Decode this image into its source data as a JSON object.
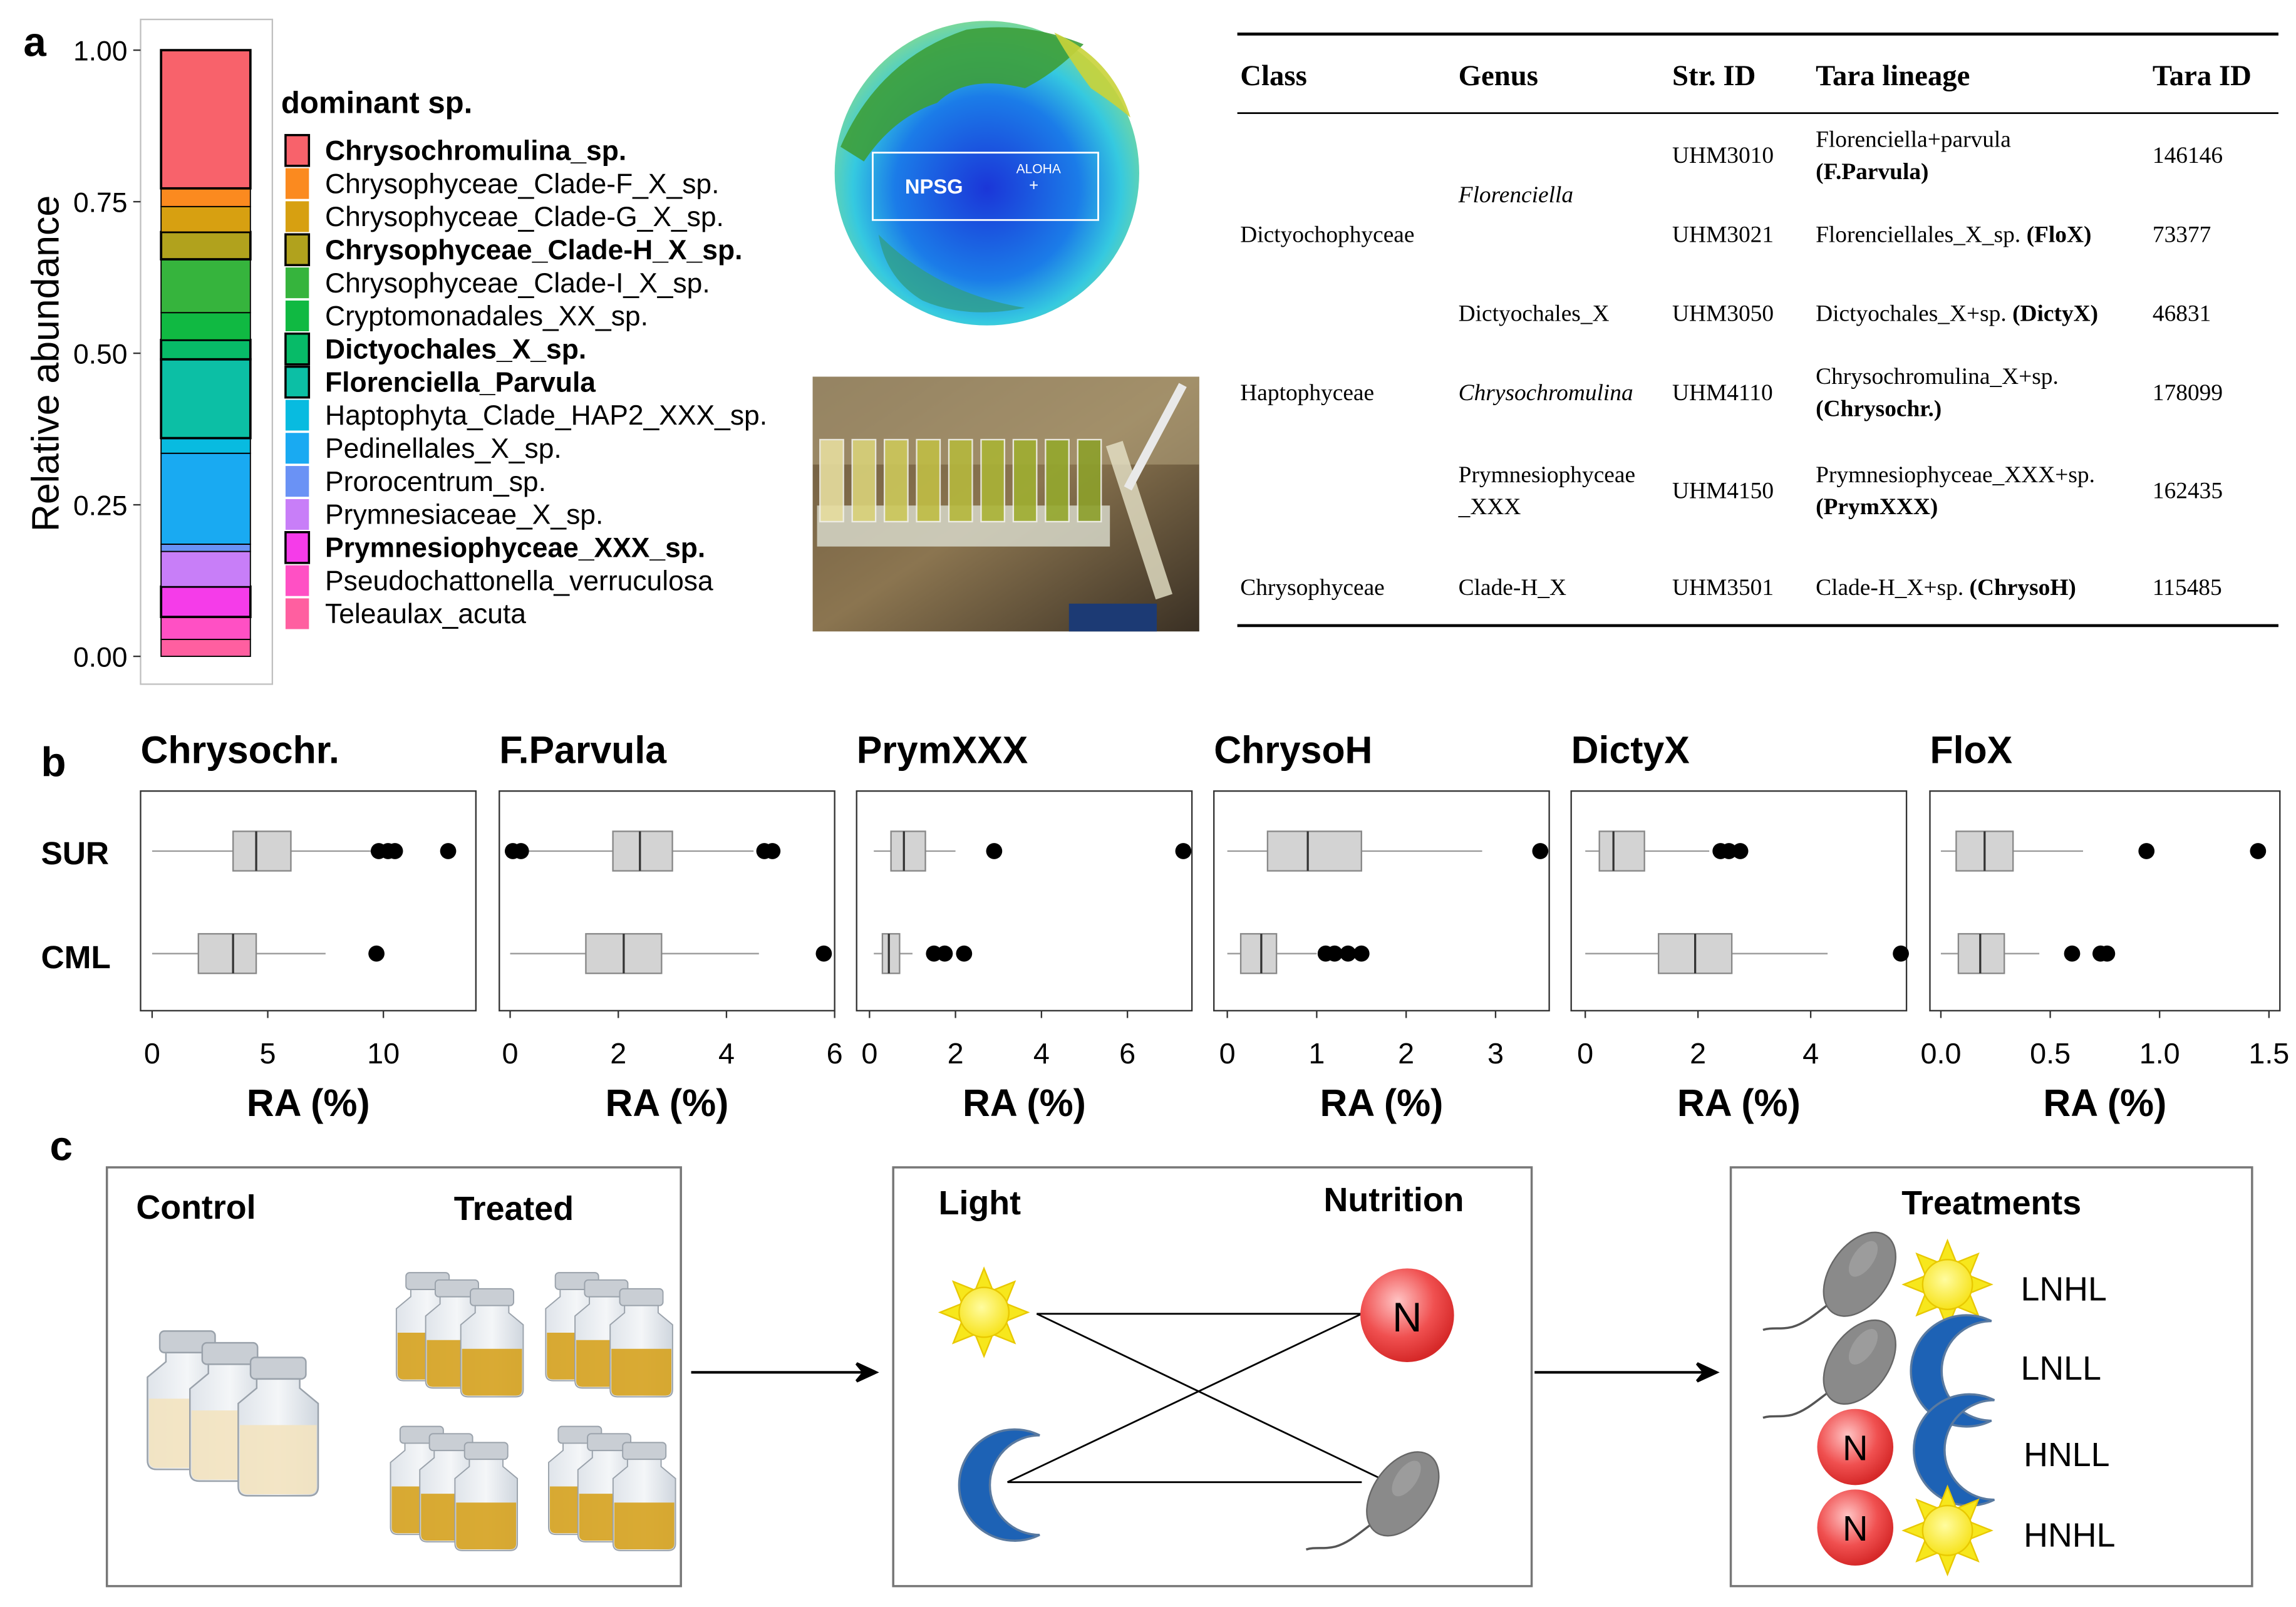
{
  "panel_labels": {
    "a": "a",
    "b": "b",
    "c": "c"
  },
  "panel_a": {
    "stacked_bar": {
      "y_axis_title": "Relative abundance",
      "y_ticks": [
        "1.00",
        "0.75",
        "0.50",
        "0.25",
        "0.00"
      ],
      "legend_title": "dominant sp."
    },
    "globe": {
      "region_label": "NPSG",
      "station_label": "ALOHA"
    },
    "table": {
      "headers": [
        "Class",
        "Genus",
        "Str. ID",
        "Tara lineage",
        "Tara ID"
      ],
      "classes": [
        "Dictyochophyceae",
        "Haptophyceae",
        "Chrysophyceae"
      ],
      "genera": [
        "Florenciella",
        "Dictyochales_X",
        "Chrysochromulina",
        "Prymnesiophyceae",
        "_XXX",
        "Clade-H_X"
      ],
      "rows": [
        {
          "strain": "UHM3010",
          "lineage": "Florenciella+parvula",
          "short": "(F.Parvula)",
          "tara_id": "146146"
        },
        {
          "strain": "UHM3021",
          "lineage": "Florenciellales_X_sp.",
          "short": "(FloX)",
          "tara_id": "73377"
        },
        {
          "strain": "UHM3050",
          "lineage": "Dictyochales_X+sp.",
          "short": "(DictyX)",
          "tara_id": "46831"
        },
        {
          "strain": "UHM4110",
          "lineage": "Chrysochromulina_X+sp.",
          "short": "(Chrysochr.)",
          "tara_id": "178099"
        },
        {
          "strain": "UHM4150",
          "lineage": "Prymnesiophyceae_XXX+sp.",
          "short": "(PrymXXX)",
          "tara_id": "162435"
        },
        {
          "strain": "UHM3501",
          "lineage": "Clade-H_X+sp.",
          "short": "(ChrysoH)",
          "tara_id": "115485"
        }
      ]
    }
  },
  "panel_b": {
    "x_axis_title": "RA (%)",
    "row_labels": [
      "SUR",
      "CML"
    ]
  },
  "panel_c": {
    "box1": {
      "control": "Control",
      "treated": "Treated"
    },
    "box2": {
      "light": "Light",
      "nutrition": "Nutrition",
      "n_symbol": "N"
    },
    "box3": {
      "title": "Treatments",
      "labels": [
        "LNHL",
        "LNLL",
        "HNLL",
        "HNHL"
      ],
      "n_symbol": "N"
    }
  },
  "colors": {
    "box_fill": "#d3d3d3",
    "sun": "#f7e71c",
    "moon": "#1d62b5",
    "nutrient": "#e63b3b",
    "bacterium": "#8a8a8a",
    "culture": "#d6a21e"
  },
  "chart_data": [
    {
      "type": "bar",
      "stacked": true,
      "title": "",
      "xlabel": "",
      "ylabel": "Relative abundance",
      "ylim": [
        0,
        1
      ],
      "legend_placement": "right",
      "categories": [
        ""
      ],
      "series": [
        {
          "name": "Chrysochromulina_sp.",
          "color": "#f8626b",
          "values": [
            0.228
          ],
          "bold": true
        },
        {
          "name": "Chrysophyceae_Clade-F_X_sp.",
          "color": "#fb8a1f",
          "values": [
            0.03
          ],
          "bold": false
        },
        {
          "name": "Chrysophyceae_Clade-G_X_sp.",
          "color": "#d7a011",
          "values": [
            0.042
          ],
          "bold": false
        },
        {
          "name": "Chrysophyceae_Clade-H_X_sp.",
          "color": "#b1a21d",
          "values": [
            0.045
          ],
          "bold": true
        },
        {
          "name": "Chrysophyceae_Clade-I_X_sp.",
          "color": "#36b43d",
          "values": [
            0.088
          ],
          "bold": false
        },
        {
          "name": "Cryptomonadales_XX_sp.",
          "color": "#10b942",
          "values": [
            0.045
          ],
          "bold": false
        },
        {
          "name": "Dictyochales_X_sp.",
          "color": "#07bb68",
          "values": [
            0.032
          ],
          "bold": true
        },
        {
          "name": "Florenciella_Parvula",
          "color": "#0cbfa5",
          "values": [
            0.13
          ],
          "bold": true
        },
        {
          "name": "Haptophyta_Clade_HAP2_XXX_sp.",
          "color": "#08bbe0",
          "values": [
            0.025
          ],
          "bold": false
        },
        {
          "name": "Pedinellales_X_sp.",
          "color": "#19aaf2",
          "values": [
            0.15
          ],
          "bold": false
        },
        {
          "name": "Prorocentrum_sp.",
          "color": "#6a92f5",
          "values": [
            0.012
          ],
          "bold": false
        },
        {
          "name": "Prymnesiaceae_X_sp.",
          "color": "#c87ef8",
          "values": [
            0.058
          ],
          "bold": false
        },
        {
          "name": "Prymnesiophyceae_XXX_sp.",
          "color": "#f53ce9",
          "values": [
            0.05
          ],
          "bold": true
        },
        {
          "name": "Pseudochattonella_verruculosa",
          "color": "#ff50c4",
          "values": [
            0.037
          ],
          "bold": false
        },
        {
          "name": "Teleaulax_acuta",
          "color": "#ff5fa0",
          "values": [
            0.028
          ],
          "bold": false
        }
      ]
    },
    {
      "type": "box",
      "title": "Chrysochr.",
      "xlabel": "RA (%)",
      "categories": [
        "SUR",
        "CML"
      ],
      "xlim": [
        -0.5,
        14
      ],
      "xticks": [
        0,
        5,
        10
      ],
      "tick_labels": [
        "0",
        "5",
        "10"
      ],
      "boxes": [
        {
          "category": "SUR",
          "whisker_low": 0.0,
          "q1": 3.5,
          "median": 4.5,
          "q3": 6.0,
          "whisker_high": 9.5,
          "outliers": [
            9.8,
            10.2,
            10.5,
            12.8
          ]
        },
        {
          "category": "CML",
          "whisker_low": 0.0,
          "q1": 2.0,
          "median": 3.5,
          "q3": 4.5,
          "whisker_high": 7.5,
          "outliers": [
            9.7
          ]
        }
      ]
    },
    {
      "type": "box",
      "title": "F.Parvula",
      "xlabel": "RA (%)",
      "categories": [
        "SUR",
        "CML"
      ],
      "xlim": [
        -0.2,
        6.0
      ],
      "xticks": [
        0,
        2,
        4,
        6
      ],
      "tick_labels": [
        "0",
        "2",
        "4",
        "6"
      ],
      "boxes": [
        {
          "category": "SUR",
          "whisker_low": 0.3,
          "q1": 1.9,
          "median": 2.4,
          "q3": 3.0,
          "whisker_high": 4.5,
          "outliers": [
            0.05,
            0.2,
            4.7,
            4.85
          ]
        },
        {
          "category": "CML",
          "whisker_low": 0.0,
          "q1": 1.4,
          "median": 2.1,
          "q3": 2.8,
          "whisker_high": 4.6,
          "outliers": [
            5.8
          ]
        }
      ]
    },
    {
      "type": "box",
      "title": "PrymXXX",
      "xlabel": "RA (%)",
      "categories": [
        "SUR",
        "CML"
      ],
      "xlim": [
        -0.3,
        7.5
      ],
      "xticks": [
        0,
        2,
        4,
        6
      ],
      "tick_labels": [
        "0",
        "2",
        "4",
        "6"
      ],
      "boxes": [
        {
          "category": "SUR",
          "whisker_low": 0.1,
          "q1": 0.5,
          "median": 0.8,
          "q3": 1.3,
          "whisker_high": 2.0,
          "outliers": [
            2.9,
            7.3
          ]
        },
        {
          "category": "CML",
          "whisker_low": 0.1,
          "q1": 0.3,
          "median": 0.45,
          "q3": 0.7,
          "whisker_high": 1.0,
          "outliers": [
            1.5,
            1.75,
            2.2
          ]
        }
      ]
    },
    {
      "type": "box",
      "title": "ChrysoH",
      "xlabel": "RA (%)",
      "categories": [
        "SUR",
        "CML"
      ],
      "xlim": [
        -0.15,
        3.6
      ],
      "xticks": [
        0,
        1,
        2,
        3
      ],
      "tick_labels": [
        "0",
        "1",
        "2",
        "3"
      ],
      "boxes": [
        {
          "category": "SUR",
          "whisker_low": 0.0,
          "q1": 0.45,
          "median": 0.9,
          "q3": 1.5,
          "whisker_high": 2.85,
          "outliers": [
            3.5
          ]
        },
        {
          "category": "CML",
          "whisker_low": 0.0,
          "q1": 0.15,
          "median": 0.38,
          "q3": 0.55,
          "whisker_high": 1.0,
          "outliers": [
            1.1,
            1.2,
            1.35,
            1.5
          ]
        }
      ]
    },
    {
      "type": "box",
      "title": "DictyX",
      "xlabel": "RA (%)",
      "categories": [
        "SUR",
        "CML"
      ],
      "xlim": [
        -0.25,
        5.7
      ],
      "xticks": [
        0,
        2,
        4
      ],
      "tick_labels": [
        "0",
        "2",
        "4"
      ],
      "boxes": [
        {
          "category": "SUR",
          "whisker_low": 0.0,
          "q1": 0.25,
          "median": 0.5,
          "q3": 1.05,
          "whisker_high": 2.2,
          "outliers": [
            2.4,
            2.55,
            2.75
          ]
        },
        {
          "category": "CML",
          "whisker_low": 0.0,
          "q1": 1.3,
          "median": 1.95,
          "q3": 2.6,
          "whisker_high": 4.3,
          "outliers": [
            5.6
          ]
        }
      ]
    },
    {
      "type": "box",
      "title": "FloX",
      "xlabel": "RA (%)",
      "categories": [
        "SUR",
        "CML"
      ],
      "xlim": [
        -0.05,
        1.55
      ],
      "xticks": [
        0.0,
        0.5,
        1.0,
        1.5
      ],
      "tick_labels": [
        "0.0",
        "0.5",
        "1.0",
        "1.5"
      ],
      "boxes": [
        {
          "category": "SUR",
          "whisker_low": 0.0,
          "q1": 0.07,
          "median": 0.2,
          "q3": 0.33,
          "whisker_high": 0.65,
          "outliers": [
            0.94,
            1.45
          ]
        },
        {
          "category": "CML",
          "whisker_low": 0.0,
          "q1": 0.08,
          "median": 0.18,
          "q3": 0.29,
          "whisker_high": 0.45,
          "outliers": [
            0.6,
            0.73,
            0.76
          ]
        }
      ]
    }
  ]
}
